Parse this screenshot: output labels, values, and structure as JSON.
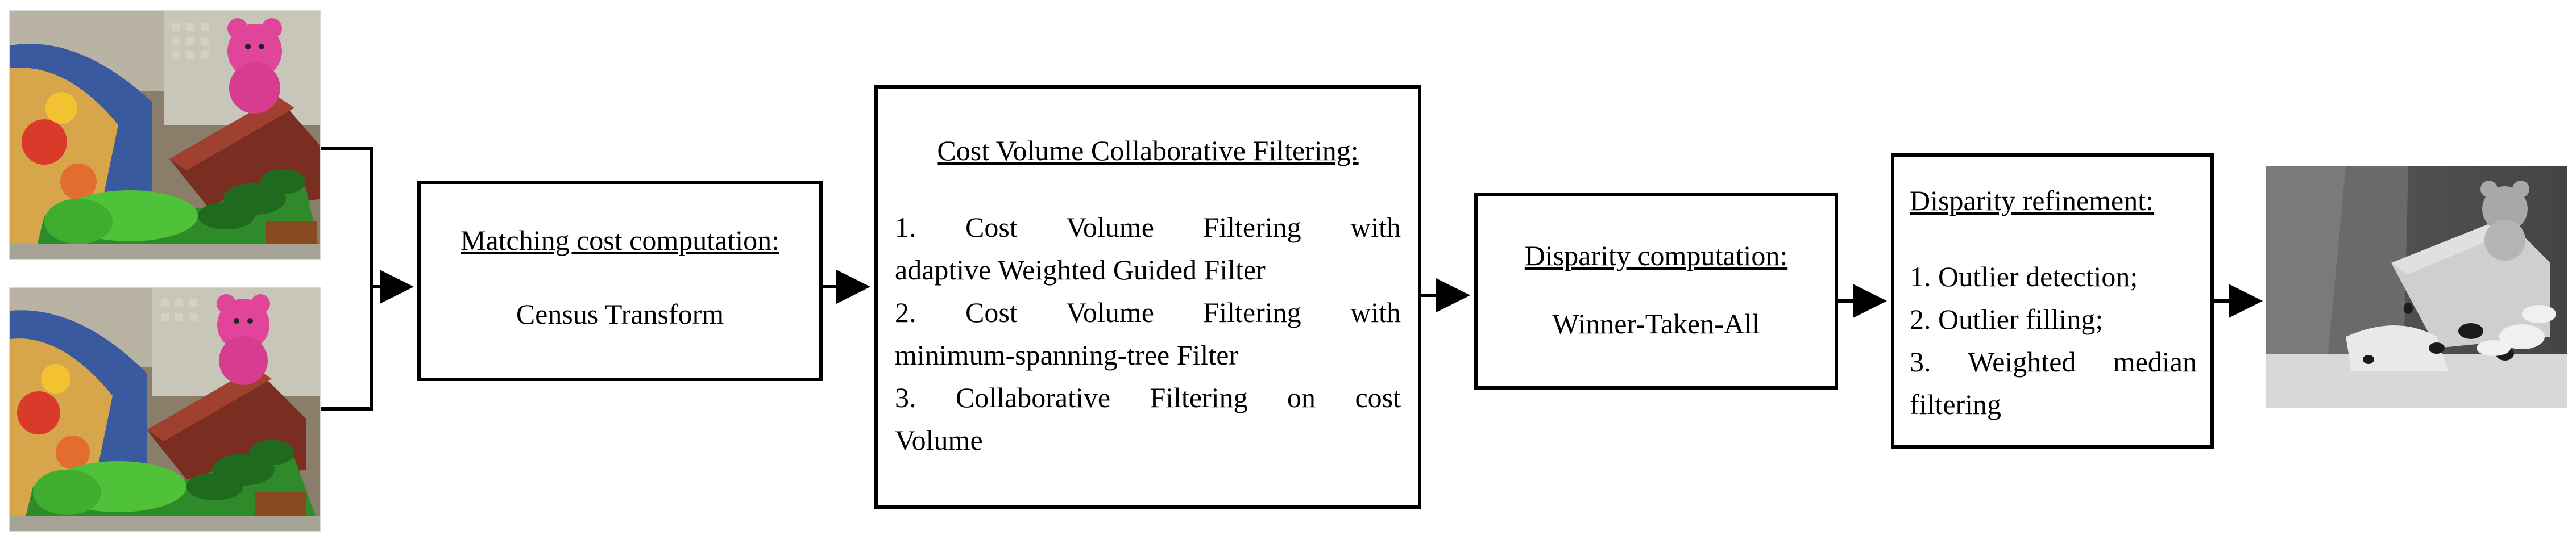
{
  "colors": {
    "line": "#000000",
    "box_fill": "#ffffff"
  },
  "inputs": {
    "left_image_label": "",
    "right_image_label": ""
  },
  "matching_cost": {
    "heading": "Matching cost computation:",
    "method": "Census Transform"
  },
  "cost_volume": {
    "heading": "Cost Volume Collaborative Filtering:",
    "lines": [
      "1. Cost Volume Filtering with",
      "adaptive Weighted Guided Filter",
      "2. Cost Volume Filtering with",
      "minimum-spanning-tree Filter",
      "3. Collaborative Filtering on cost",
      "Volume"
    ]
  },
  "disparity_computation": {
    "heading": "Disparity computation:",
    "method": "Winner-Taken-All"
  },
  "disparity_refinement": {
    "heading": "Disparity refinement:",
    "lines": [
      "1. Outlier detection;",
      "2. Outlier filling;",
      "3. Weighted median",
      "filtering"
    ]
  },
  "output": {
    "label": ""
  }
}
